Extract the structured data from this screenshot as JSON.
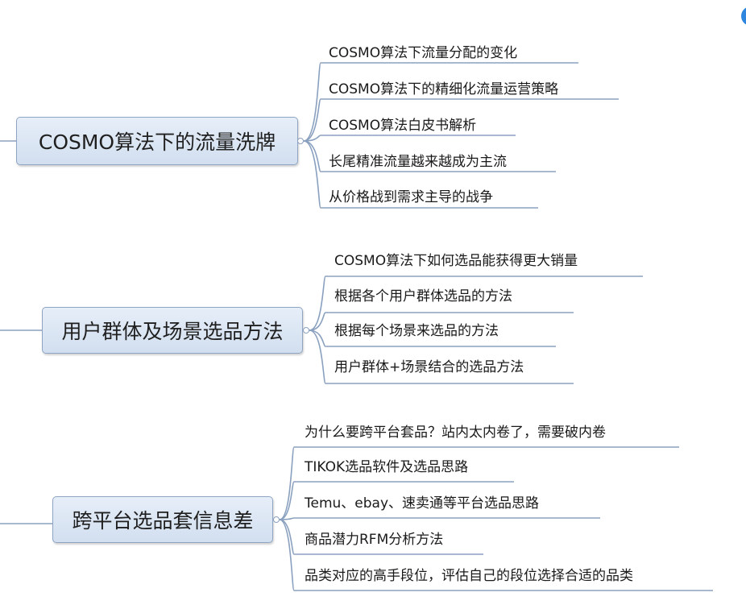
{
  "mindmap": {
    "groups": [
      {
        "topic": "COSMO算法下的流量洗牌",
        "items": [
          "COSMO算法下流量分配的变化",
          "COSMO算法下的精细化流量运营策略",
          "COSMO算法白皮书解析",
          "长尾精准流量越来越成为主流",
          "从价格战到需求主导的战争"
        ]
      },
      {
        "topic": "用户群体及场景选品方法",
        "items": [
          "COSMO算法下如何选品能获得更大销量",
          "根据各个用户群体选品的方法",
          "根据每个场景来选品的方法",
          "用户群体+场景结合的选品方法"
        ]
      },
      {
        "topic": "跨平台选品套信息差",
        "items": [
          "为什么要跨平台套品？站内太内卷了，需要破内卷",
          "TIKOK选品软件及选品思路",
          "Temu、ebay、速卖通等平台选品思路",
          "商品潜力RFM分析方法",
          "品类对应的高手段位，评估自己的段位选择合适的品类"
        ]
      }
    ],
    "colors": {
      "line": "#8aa0bf",
      "topic_border": "#8ea4c2",
      "accent": "#2e86de"
    }
  }
}
